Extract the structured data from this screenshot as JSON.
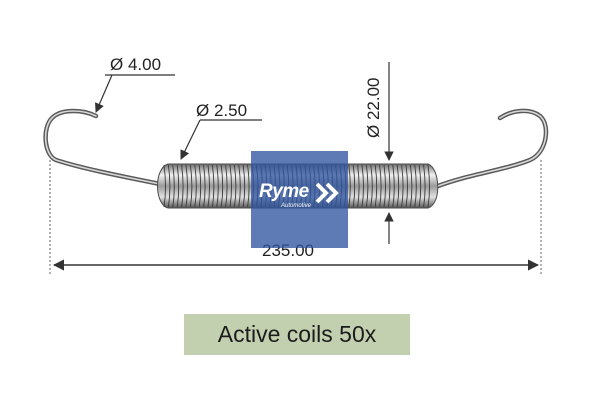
{
  "dimensions": {
    "hook_wire_diameter": "Ø 4.00",
    "spring_wire_diameter": "Ø 2.50",
    "spring_outer_diameter": "Ø 22.00",
    "overall_length": "235.00"
  },
  "logo": {
    "brand": "Ryme",
    "subtitle": "Automotive"
  },
  "note": {
    "text": "Active coils 50x",
    "background": "#c3d0b0"
  },
  "colors": {
    "logo_box": "#3156a0",
    "dimension_lines": "#333333",
    "spring_metal": "#8a8a8a"
  }
}
